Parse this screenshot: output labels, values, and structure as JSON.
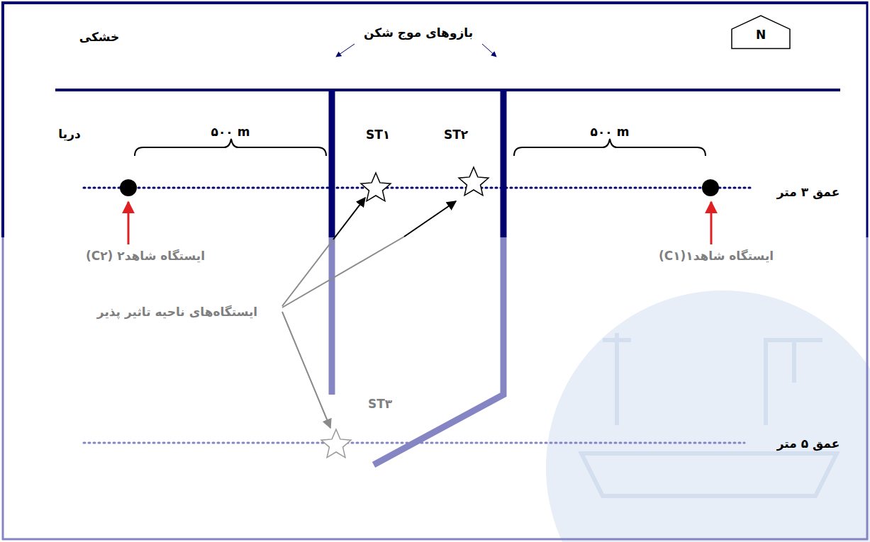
{
  "diagram": {
    "nodes": [
      {
        "text": [
          "N"
        ]
      }
    ],
    "labels": [
      "بازوهای موج شکن",
      "خشکی",
      "دریا",
      "۵۰۰ m",
      "ST۱",
      "ST۲",
      "۵۰۰ m",
      "عمق ۳ متر",
      "ایستگاه شاهد۲ (C۲)",
      "ایستگاه شاهد۱(C۱)",
      "ایستگاه‌های ناحیه تاثیر پذیر",
      "ST۳",
      "عمق ۵ متر"
    ]
  }
}
